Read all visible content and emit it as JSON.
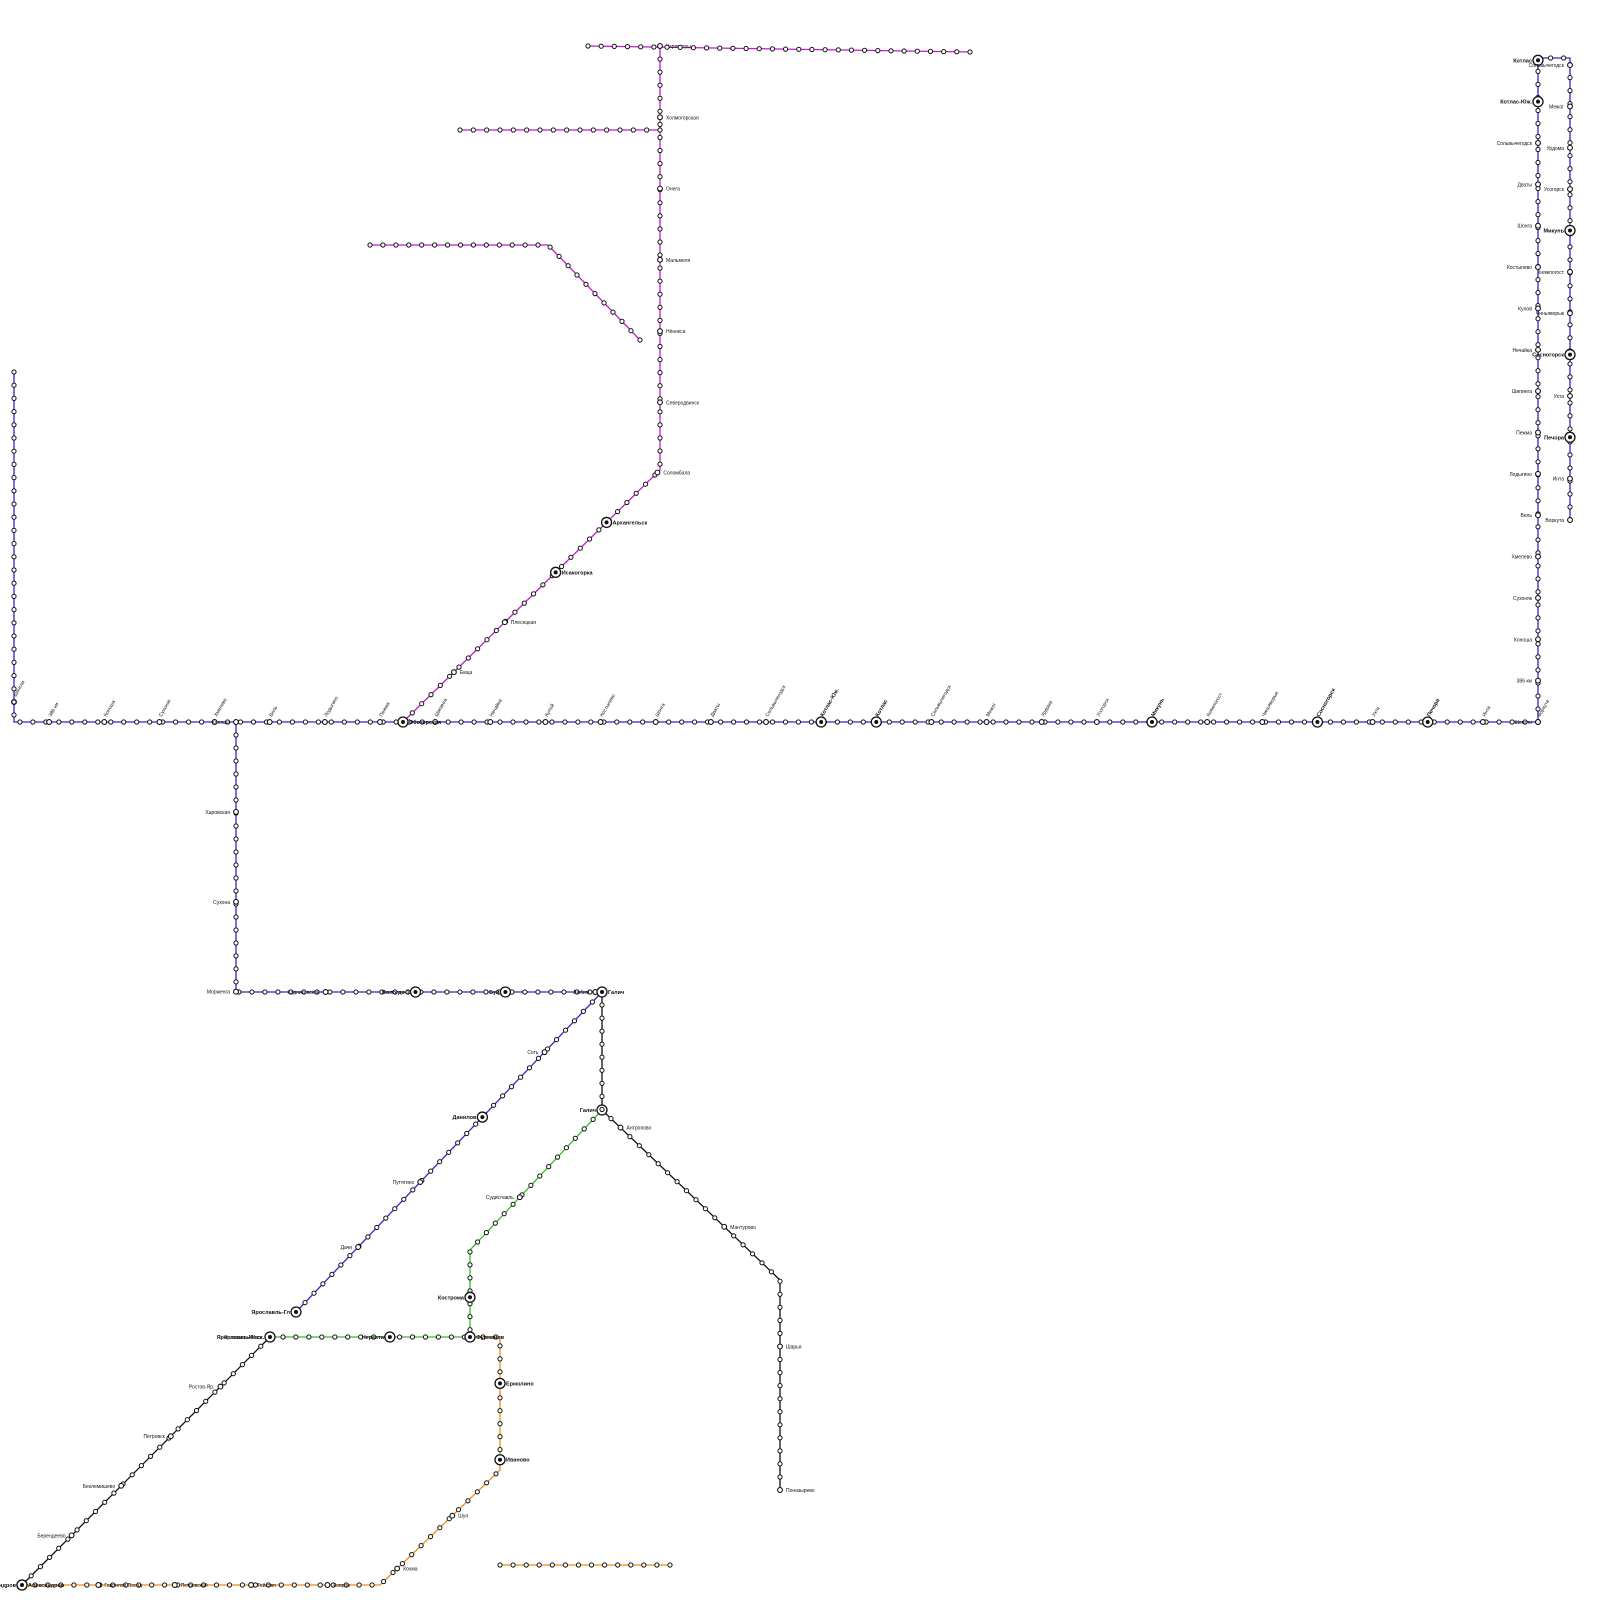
{
  "colors": {
    "north": "#3d1fd6",
    "arkhangelsk": "#c21ad0",
    "yaroslavl_green": "#2cc21a",
    "ivanovo_orange": "#f08a1a",
    "black": "#111111",
    "gray": "#9a9a9a"
  },
  "lines": [
    {
      "name": "Konosha – Kotlas – Vorkuta",
      "color_key": "north",
      "stations": [
        "Шенгли",
        "386 км",
        "Коноша",
        "Сухоняк",
        "Хмелево",
        "Вель",
        "Лодыгино",
        "Пежма",
        "Шипинга",
        "Нечайка",
        "Кулой",
        "Костылево",
        "Шонга",
        "Дваты",
        "Сольвычегодск",
        "Котлас-Юж.",
        "Котлас",
        "Сольвычегодск",
        "Межог",
        "Урдома",
        "Усогорск",
        "Микунь",
        "Княжпогост",
        "Чиньяворык",
        "Сосногорск",
        "Ухта",
        "Печора",
        "Инта",
        "Воркута"
      ],
      "hubs": [
        "Котлас-Юж.",
        "Котлас",
        "Микунь",
        "Сосногорск",
        "Печора"
      ]
    },
    {
      "name": "Konosha – Arkhangelsk – Severodvinsk",
      "color_key": "arkhangelsk",
      "stations": [
        "Обозерская",
        "Емца",
        "Плесецкая",
        "Исакогорка",
        "Архангельск",
        "Соломбала",
        "Северодвинск",
        "Нёнокса",
        "Мальмеля",
        "Онега",
        "Холмогорская",
        "Карпогоры"
      ],
      "hubs": [
        "Обозерская",
        "Исакогорка",
        "Архангельск"
      ]
    },
    {
      "name": "Yaroslavl – Danilov – Bui – Konosha",
      "color_key": "north",
      "stations": [
        "Ярославль-Гл",
        "Дачи",
        "Путятино",
        "Данилов",
        "Соть",
        "Любим",
        "Буй",
        "Вологда-1",
        "Кадниковский",
        "Морженга",
        "Сухона",
        "Харовская",
        "Коноша"
      ],
      "hubs": [
        "Ярославль-Гл",
        "Данилов",
        "Буй",
        "Вологда-1"
      ]
    },
    {
      "name": "Yaroslavl – Kostroma – Galich",
      "color_key": "yaroslavl_green",
      "stations": [
        "Ярославль-Моск.",
        "Нерехта",
        "Кострома",
        "Судиславль",
        "Галич"
      ],
      "hubs": [
        "Кострома",
        "Нерехта",
        "Галич"
      ]
    },
    {
      "name": "Nerekhta – Ivanovo – Aleksandrov",
      "color_key": "ivanovo_orange",
      "stations": [
        "Фурманов",
        "Ермолино",
        "Иваново",
        "Шуя",
        "Кохма",
        "Ковров",
        "Тейково",
        "Петровский",
        "Гаврилов Посад",
        "Александров"
      ],
      "hubs": [
        "Фурманов",
        "Ермолино",
        "Иваново",
        "Александров"
      ]
    },
    {
      "name": "Yaroslavl – Rostov – Aleksandrov",
      "color_key": "black",
      "stations": [
        "Ярославль-Моск.",
        "Ростов-Яр.",
        "Петровск",
        "Беклемишево",
        "Берендеево",
        "Александров"
      ],
      "hubs": [
        "Ярославль-Моск.",
        "Александров"
      ]
    },
    {
      "name": "Galich – Sharya – Kirov",
      "color_key": "black",
      "stations": [
        "Галич",
        "Антропово",
        "Мантурово",
        "Шарья",
        "Поназырево"
      ],
      "hubs": [
        "Галич"
      ]
    }
  ]
}
